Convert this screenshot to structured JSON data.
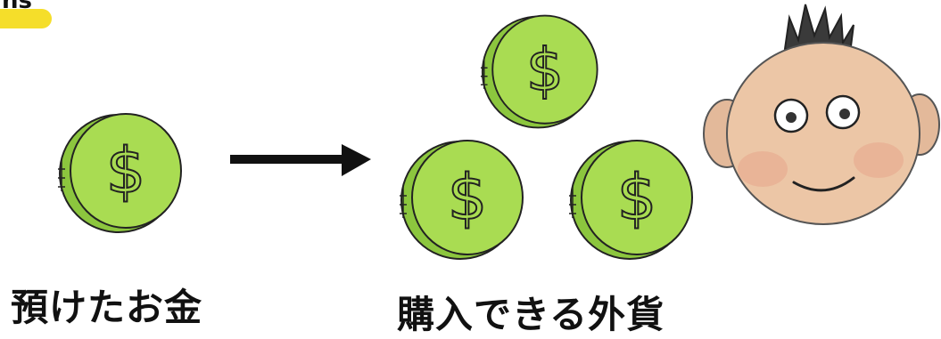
{
  "corner_badge": {
    "text": "ns"
  },
  "labels": {
    "deposited_money": "預けたお金",
    "purchasable_currency": "購入できる外貨"
  },
  "coin_symbol": "$",
  "colors": {
    "coin_green": "#a9dc52",
    "coin_edge": "#7fb33a",
    "badge_yellow": "#f5de2a",
    "skin": "#ecc6a6",
    "hair": "#3a3a3a"
  }
}
